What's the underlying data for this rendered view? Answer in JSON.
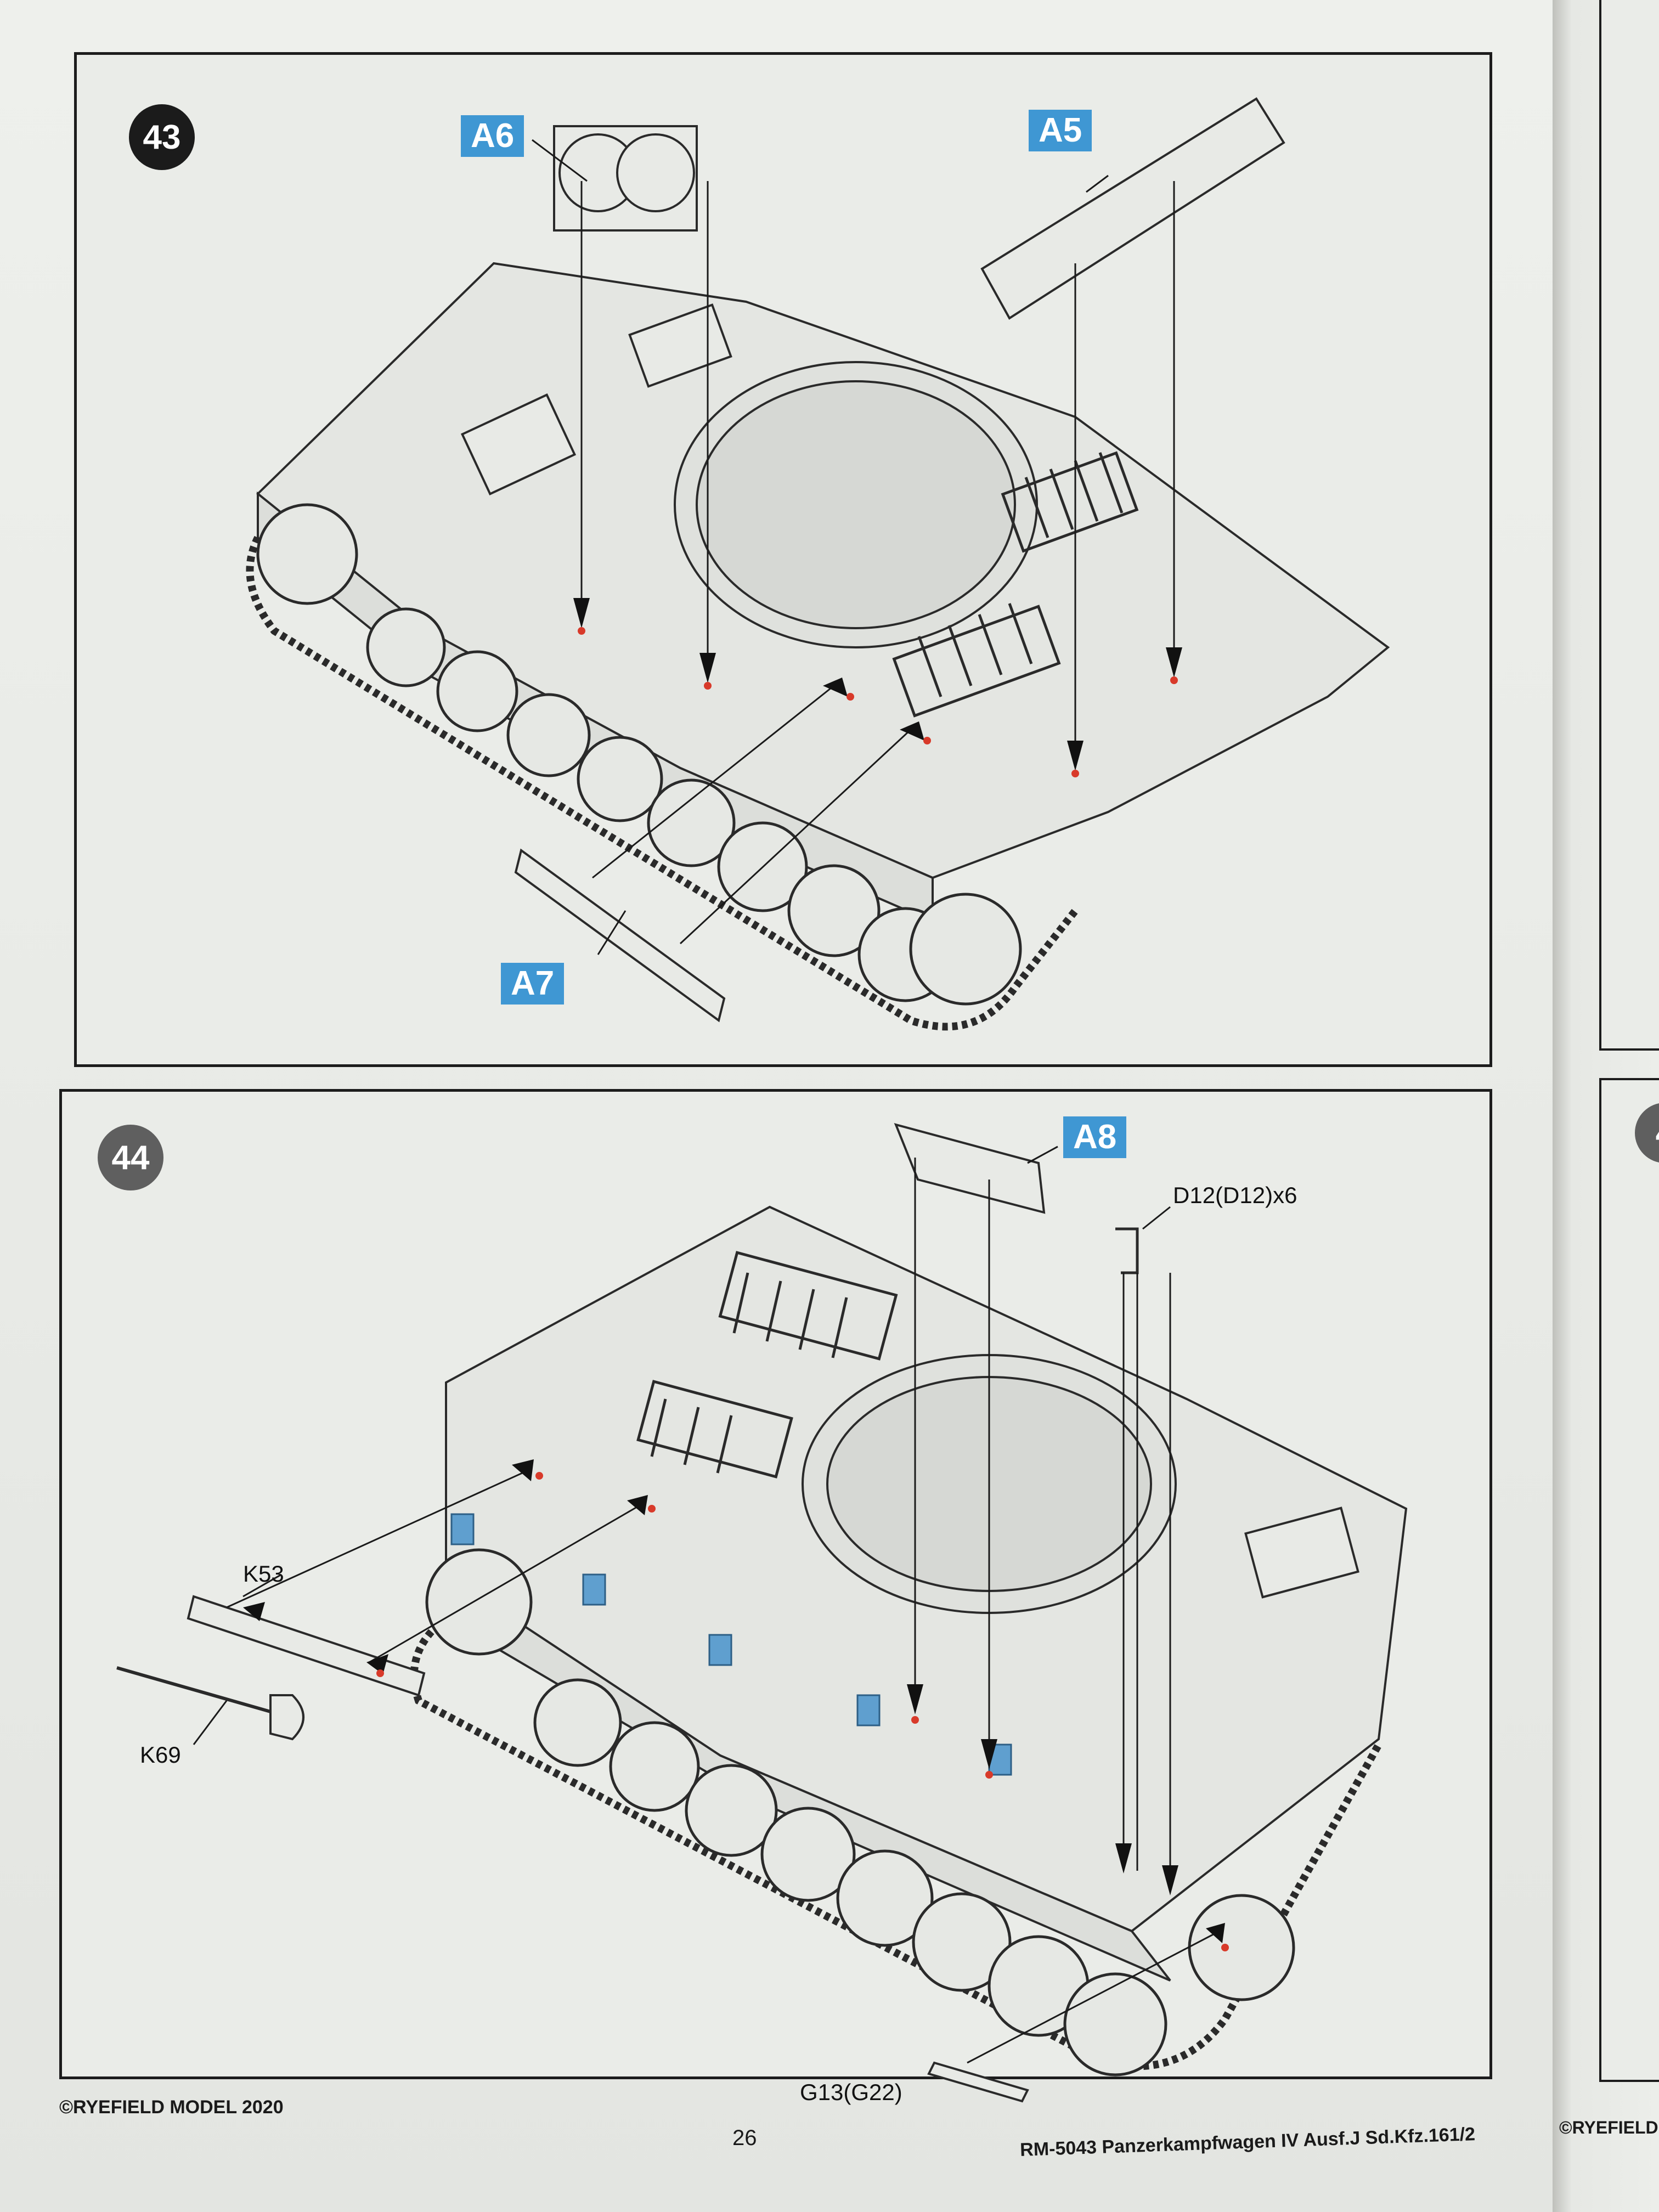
{
  "colors": {
    "part_tag": "#3f97d3",
    "step43_badge": "#1b1b1b",
    "step44_badge": "#5f5f5f",
    "bracket_blue": "#5f9fcf",
    "attach_red": "#d83a2a"
  },
  "steps": [
    {
      "number": "43",
      "parts": [
        {
          "label": "A6"
        },
        {
          "label": "A5"
        },
        {
          "label": "A7"
        }
      ]
    },
    {
      "number": "44",
      "parts": [
        {
          "label": "A8"
        }
      ],
      "callouts": [
        "D12(D12)x6",
        "K53",
        "K69",
        "G13(G22)"
      ]
    }
  ],
  "footer": {
    "copyright": "©RYEFIELD MODEL 2020",
    "page_number": "26",
    "model": "RM-5043 Panzerkampfwagen IV Ausf.J Sd.Kfz.161/2"
  },
  "next_page": {
    "copyright": "©RYEFIELD",
    "step_fragment": "4"
  }
}
